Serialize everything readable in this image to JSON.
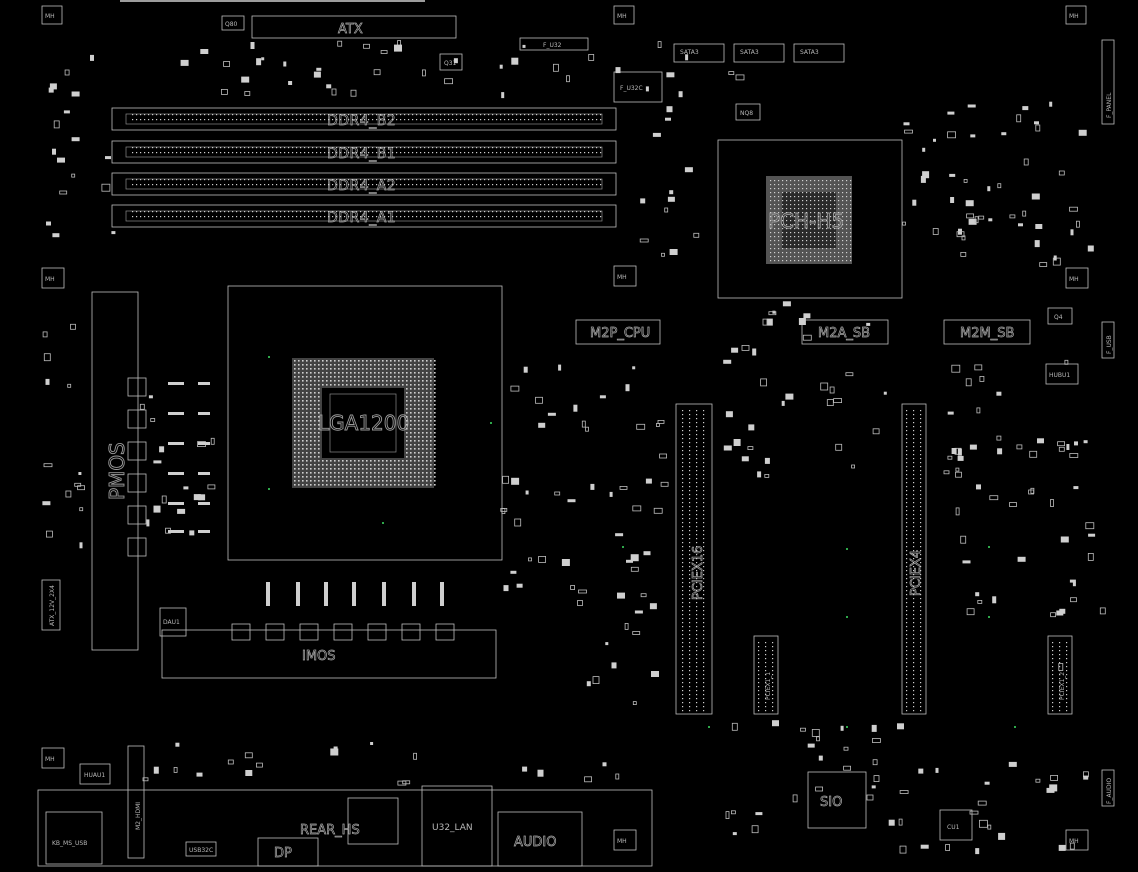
{
  "title": "",
  "labels": {
    "atx": "ATX",
    "ddr4_b2": "DDR4_B2",
    "ddr4_b1": "DDR4_B1",
    "ddr4_a2": "DDR4_A2",
    "ddr4_a1": "DDR4_A1",
    "cpu": "LGA1200",
    "pch": "PCH-H5",
    "pciex16": "PCIEX16",
    "pciex4": "PCIEX4",
    "pciex1_1": "PCIEX1_1",
    "pciex1_2": "PCIEX1_2",
    "m2p_cpu": "M2P_CPU",
    "m2a_sb": "M2A_SB",
    "m2m_sb": "M2M_SB",
    "pmos": "PMOS",
    "imos": "IMOS",
    "sio": "SIO",
    "cu1": "CU1",
    "rear_hs": "REAR_HS",
    "dp": "DP",
    "audio": "AUDIO",
    "u32_lan": "U32_LAN",
    "kb_ms_usb": "KB_MS_USB",
    "f_panel": "F_PANEL",
    "f_u32c": "F_U32C",
    "f_u32": "F_U32",
    "q4": "Q4",
    "q31": "Q31",
    "q80": "Q80",
    "nq8": "NQ8",
    "dau1": "DAU1",
    "hubu1": "HUBU1",
    "huau1": "HUAU1",
    "mh": "MH",
    "sata": "SATA3",
    "atx_12v": "ATX_12V_2X4",
    "usb32c": "USB32C",
    "m2_hdmi": "M2_HDMI",
    "f_audio": "F_AUDIO",
    "f_usb": "F_USB"
  }
}
